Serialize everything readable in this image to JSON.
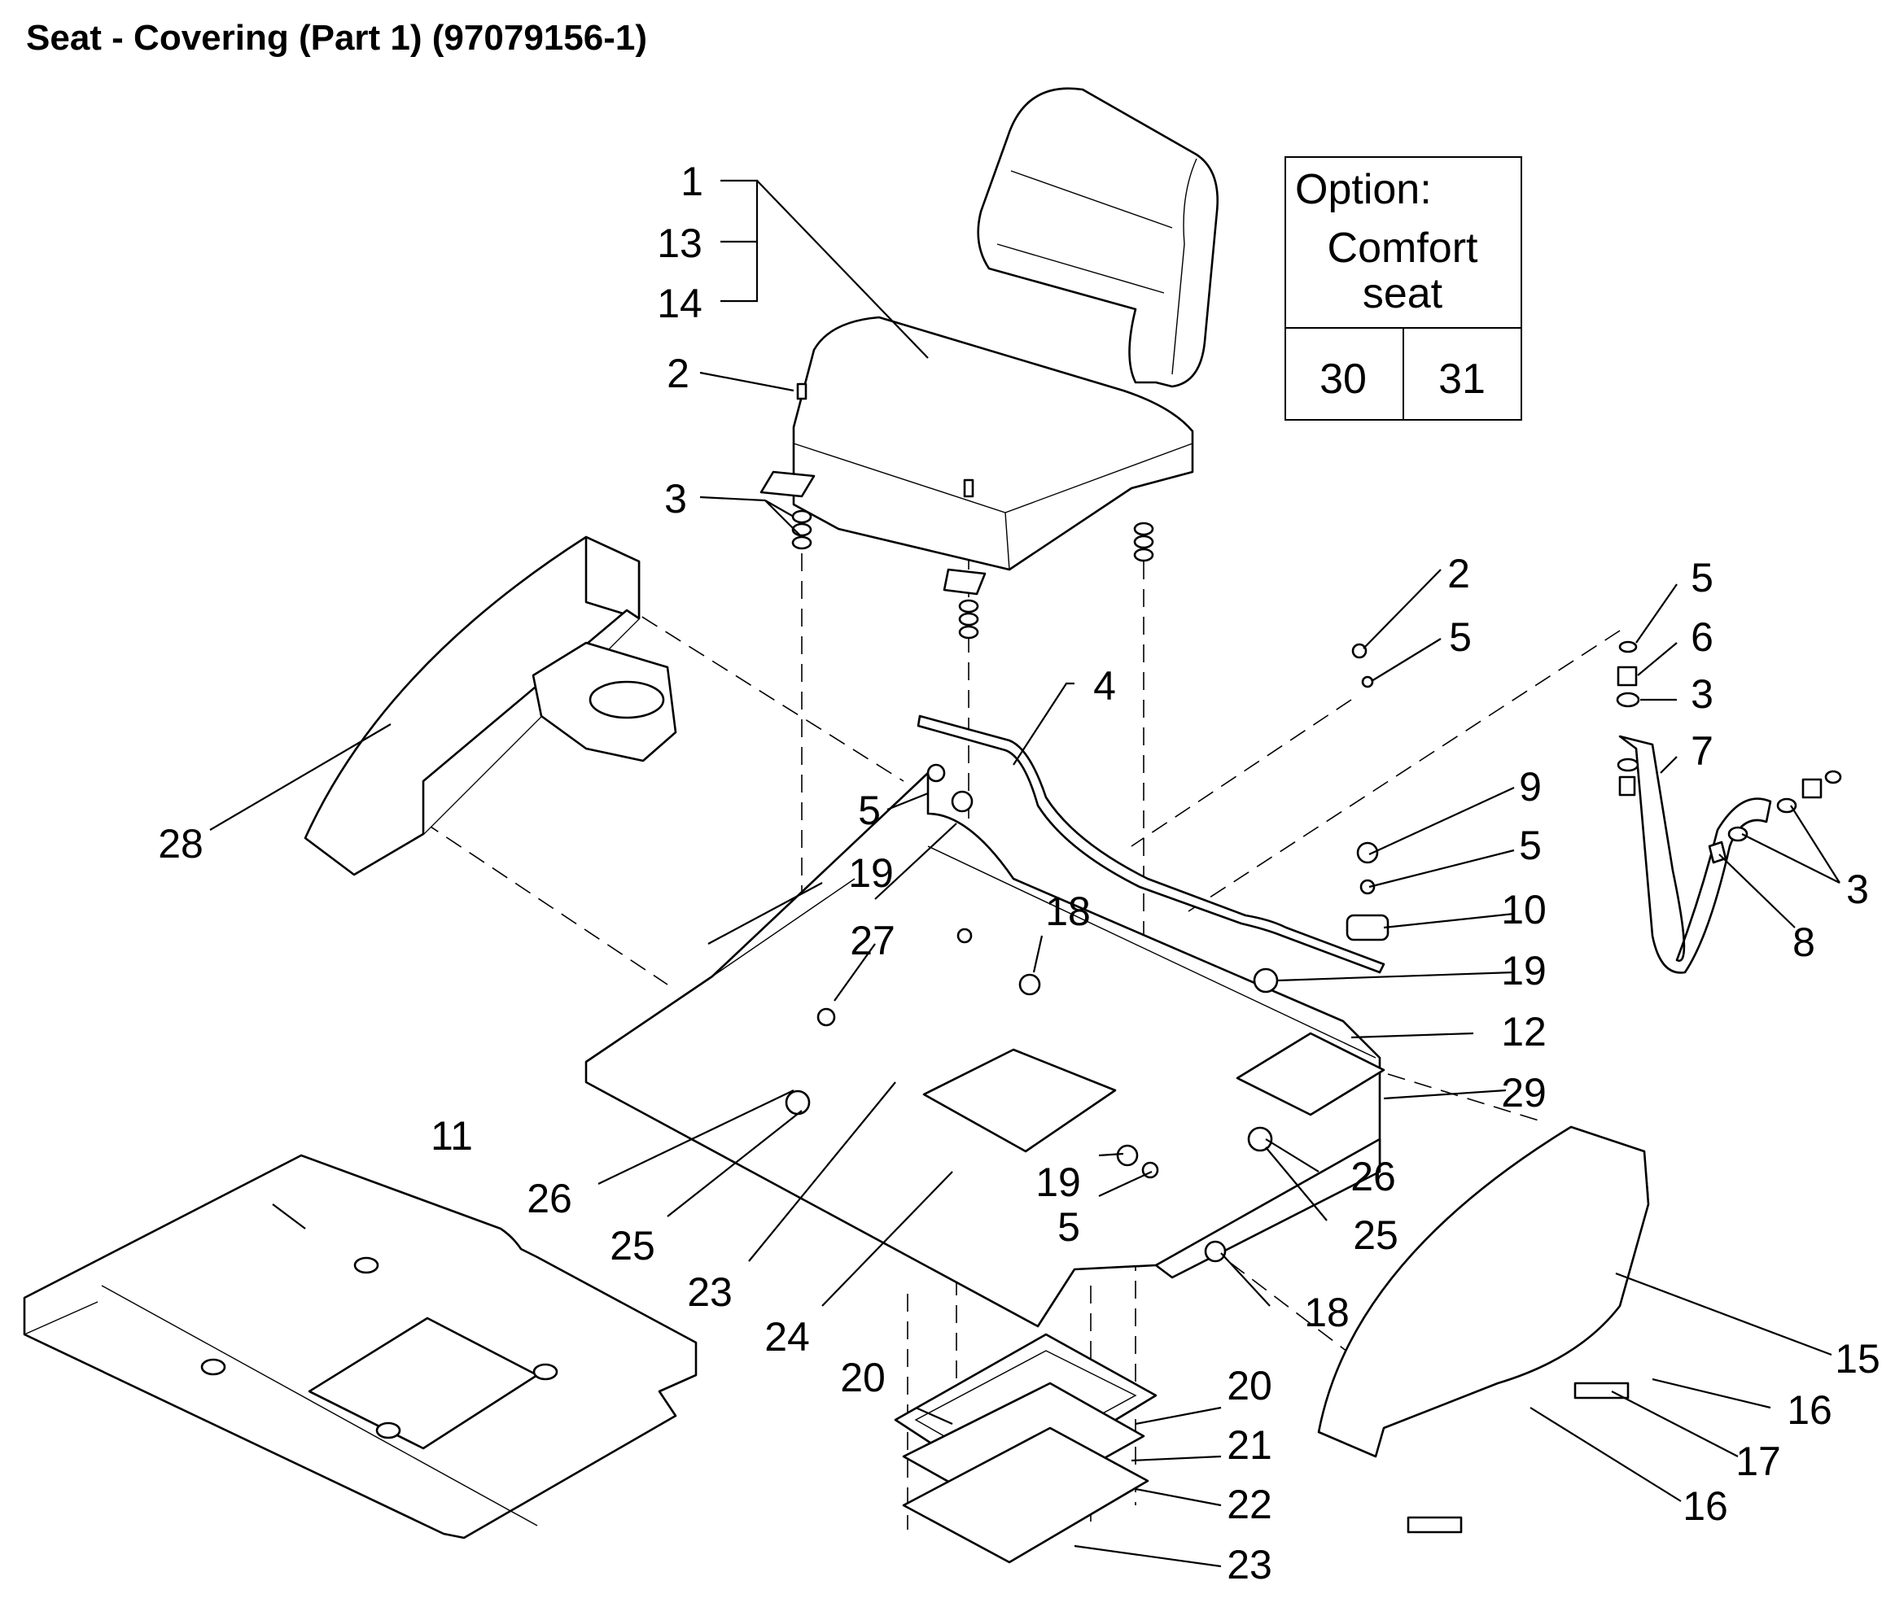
{
  "title": "Seat - Covering (Part 1) (97079156-1)",
  "option_box": {
    "heading": "Option:",
    "line1": "Comfort",
    "line2": "seat",
    "cells": [
      "30",
      "31"
    ]
  },
  "callouts": {
    "c1": "1",
    "c13": "13",
    "c14": "14",
    "c2a": "2",
    "c3a": "3",
    "c28": "28",
    "c4": "4",
    "c5a": "5",
    "c19a": "19",
    "c27": "27",
    "c18a": "18",
    "c2b": "2",
    "c5b": "5",
    "c5c": "5",
    "c6": "6",
    "c3b": "3",
    "c7": "7",
    "c9": "9",
    "c5d": "5",
    "c10": "10",
    "c19b": "19",
    "c12": "12",
    "c3c": "3",
    "c8": "8",
    "c29": "29",
    "c11": "11",
    "c26a": "26",
    "c25a": "25",
    "c23a": "23",
    "c24": "24",
    "c19c": "19",
    "c5e": "5",
    "c26b": "26",
    "c25b": "25",
    "c18b": "18",
    "c20a": "20",
    "c20b": "20",
    "c21": "21",
    "c22": "22",
    "c23b": "23",
    "c15": "15",
    "c16a": "16",
    "c17": "17",
    "c16b": "16"
  }
}
